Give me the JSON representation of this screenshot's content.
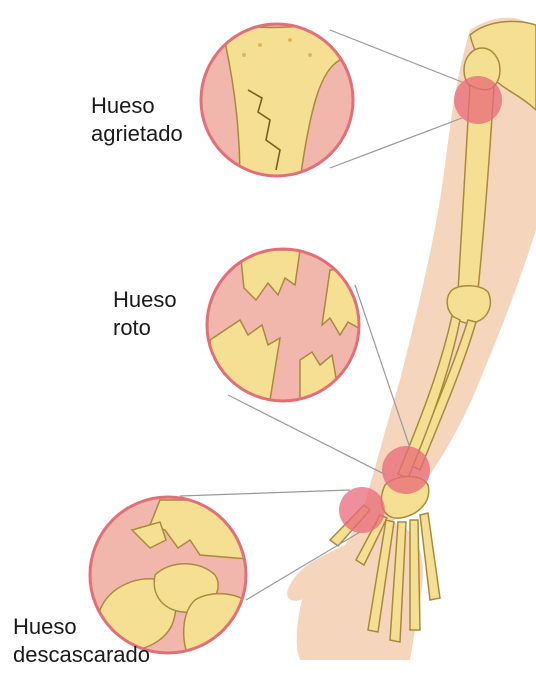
{
  "labels": {
    "cracked": {
      "line1": "Hueso",
      "line2": "agrietado"
    },
    "broken": {
      "line1": "Hueso",
      "line2": "roto"
    },
    "chipped": {
      "line1": "Hueso",
      "line2": "descascarado"
    }
  },
  "colors": {
    "skin": "#f6d5bd",
    "bone": "#f5df92",
    "bone_shadow": "#d9b85a",
    "bone_outline": "#a98a3b",
    "circle_fill": "#f1b7ad",
    "circle_ring": "#e36e78",
    "highlight_spot": "#e86a7a",
    "leader_line": "#9a9a9a"
  }
}
